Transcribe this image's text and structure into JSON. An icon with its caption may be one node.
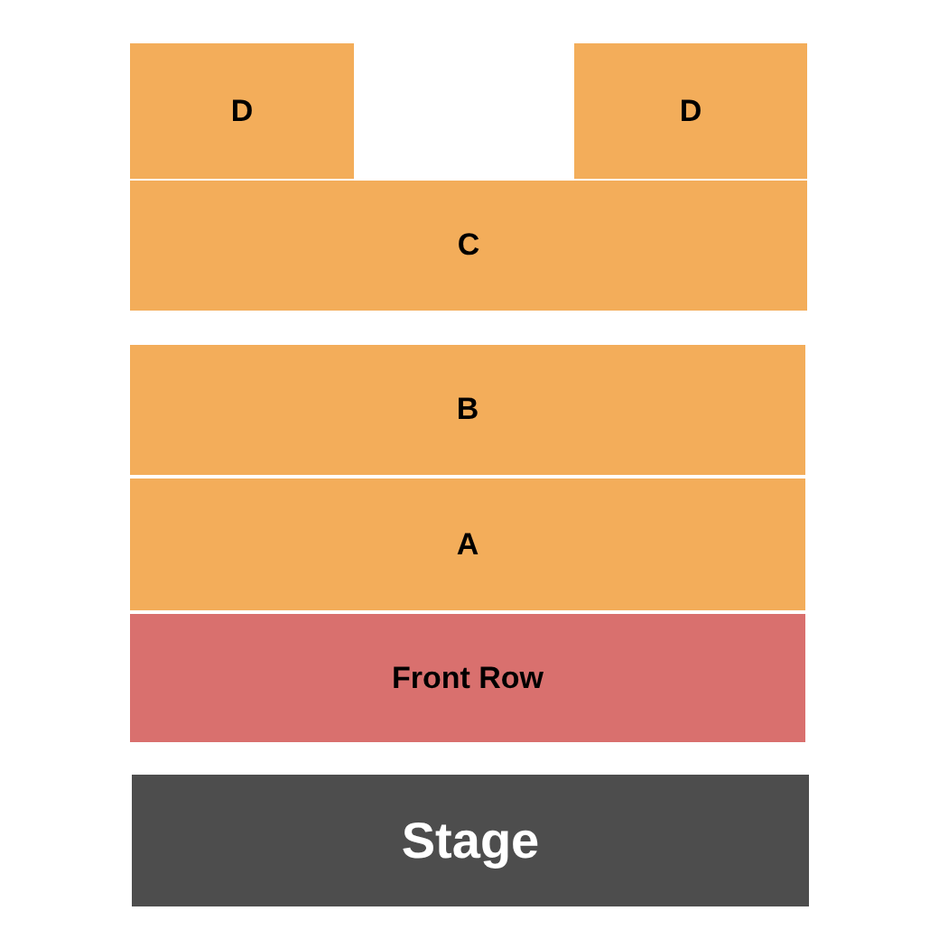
{
  "diagram": {
    "nodes": [
      {
        "text": [
          "D"
        ]
      },
      {
        "text": [
          "D"
        ]
      },
      {
        "text": [
          "C"
        ]
      },
      {
        "text": [
          "B"
        ]
      },
      {
        "text": [
          "A"
        ]
      },
      {
        "text": [
          "Front Row"
        ]
      },
      {
        "text": [
          "Stage"
        ]
      }
    ]
  }
}
